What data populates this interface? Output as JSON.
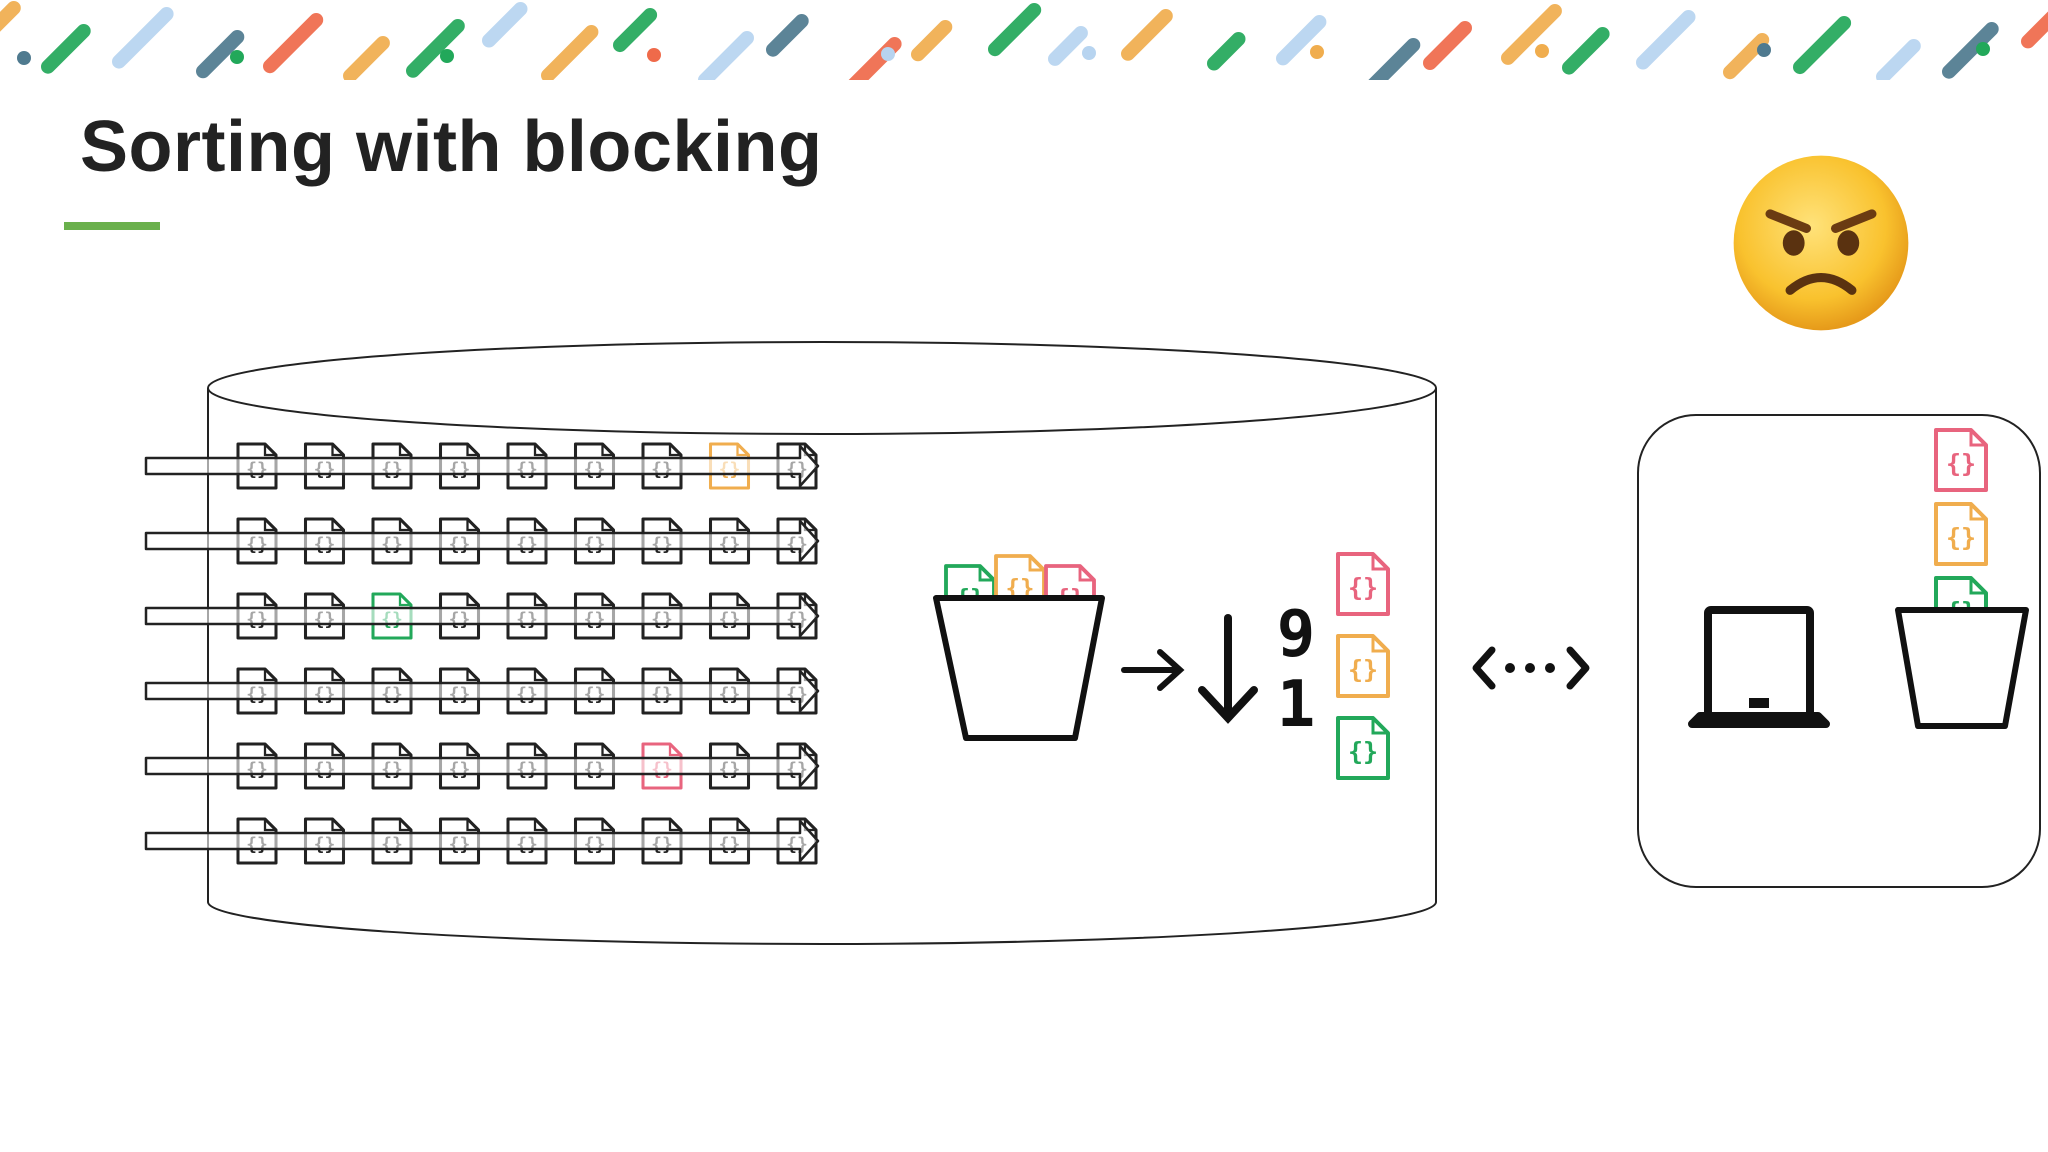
{
  "slide": {
    "title": "Sorting with blocking",
    "accent_color": "#6ab04c"
  },
  "palette": {
    "green": "#22a85a",
    "orange": "#f0ad4e",
    "pink": "#e8647e",
    "blue_grey": "#4f7a8f",
    "light_blue": "#b7d4f0",
    "red_orange": "#ef6a4a",
    "ink": "#111111"
  },
  "database": {
    "rows": 6,
    "docs_per_row": 9,
    "highlighted_docs": [
      {
        "row": 0,
        "col": 7,
        "color": "orange"
      },
      {
        "row": 2,
        "col": 2,
        "color": "green"
      },
      {
        "row": 4,
        "col": 6,
        "color": "pink"
      }
    ]
  },
  "sort_bucket": {
    "docs": [
      "green",
      "orange",
      "pink"
    ]
  },
  "sort_icon": {
    "top_digit": "9",
    "bottom_digit": "1"
  },
  "sorted_results": [
    "pink",
    "orange",
    "green"
  ],
  "client": {
    "docs": [
      "pink",
      "orange",
      "green"
    ]
  },
  "icons": {
    "emoji": "angry-face-icon",
    "doc": "json-document-icon",
    "bucket": "bucket-icon",
    "arrow": "right-arrow-icon",
    "sort": "sort-descending-icon",
    "link": "bidirectional-arrow-icon",
    "laptop": "laptop-icon"
  }
}
